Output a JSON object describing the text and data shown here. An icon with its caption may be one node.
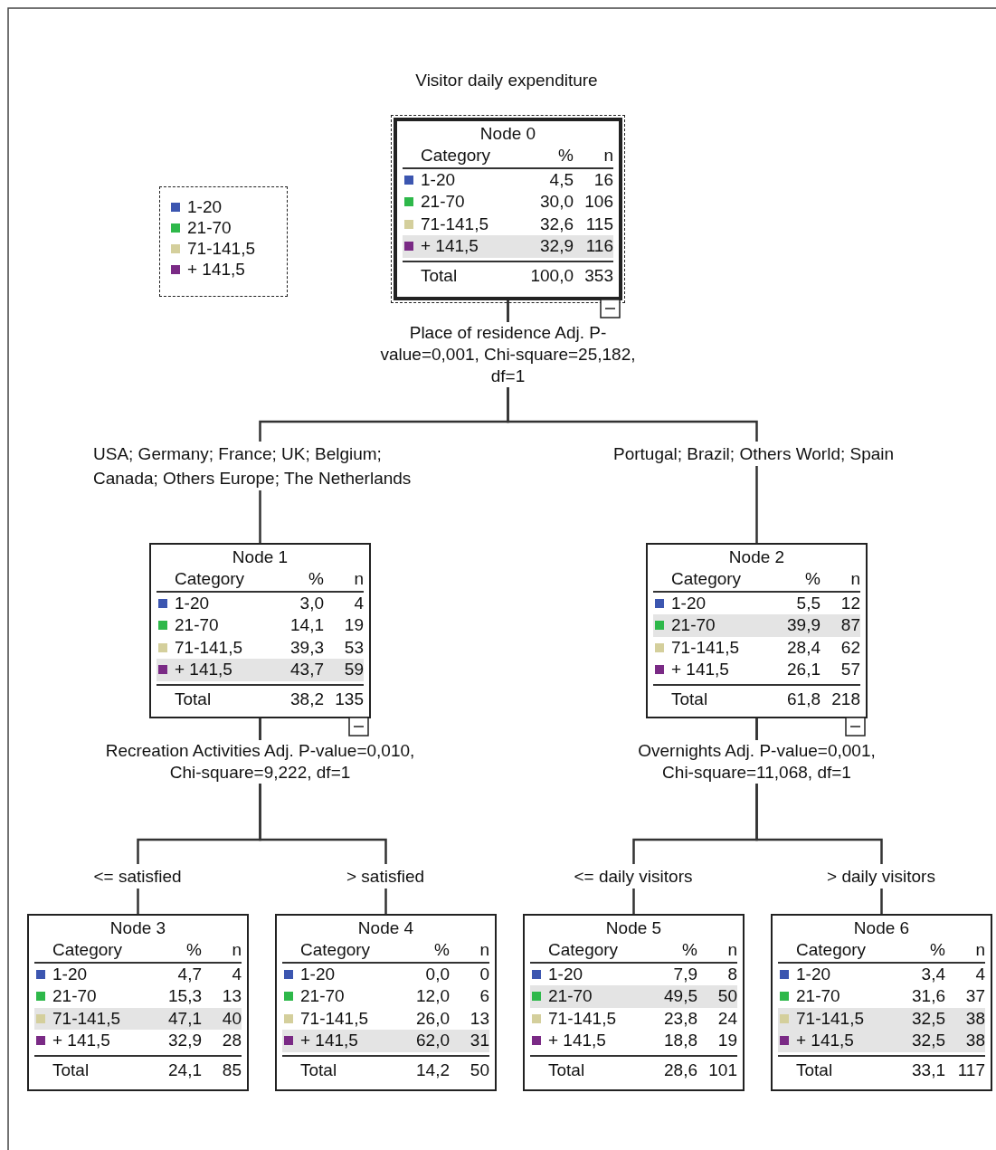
{
  "diagram": {
    "title": "Visitor daily expenditure",
    "nodes": [
      {
        "text": [
          "Node 0",
          "Category",
          "%",
          "n",
          "1-20",
          "4,5",
          "16",
          "21-70",
          "30,0",
          "106",
          "71-141,5",
          "32,6",
          "115",
          "+ 141,5",
          "32,9",
          "116",
          "Total",
          "100,0",
          "353"
        ],
        "beside": [
          "Place of residence Adj. P-value=0,001, Chi-square=25,182, df=1"
        ]
      },
      {
        "text": [
          "Node 1",
          "Category",
          "%",
          "n",
          "1-20",
          "3,0",
          "4",
          "21-70",
          "14,1",
          "19",
          "71-141,5",
          "39,3",
          "53",
          "+ 141,5",
          "43,7",
          "59",
          "Total",
          "38,2",
          "135"
        ],
        "beside": [
          "Recreation Activities Adj. P-value=0,010, Chi-square=9,222, df=1"
        ]
      },
      {
        "text": [
          "Node 2",
          "Category",
          "%",
          "n",
          "1-20",
          "5,5",
          "12",
          "21-70",
          "39,9",
          "87",
          "71-141,5",
          "28,4",
          "62",
          "+ 141,5",
          "26,1",
          "57",
          "Total",
          "61,8",
          "218"
        ],
        "beside": [
          "Overnights Adj. P-value=0,001, Chi-square=11,068, df=1"
        ]
      },
      {
        "text": [
          "Node 3",
          "Category",
          "%",
          "n",
          "1-20",
          "4,7",
          "4",
          "21-70",
          "15,3",
          "13",
          "71-141,5",
          "47,1",
          "40",
          "+ 141,5",
          "32,9",
          "28",
          "Total",
          "24,1",
          "85"
        ]
      },
      {
        "text": [
          "Node 4",
          "Category",
          "%",
          "n",
          "1-20",
          "0,0",
          "0",
          "21-70",
          "12,0",
          "6",
          "71-141,5",
          "26,0",
          "13",
          "+ 141,5",
          "62,0",
          "31",
          "Total",
          "14,2",
          "50"
        ]
      },
      {
        "text": [
          "Node 5",
          "Category",
          "%",
          "n",
          "1-20",
          "7,9",
          "8",
          "21-70",
          "49,5",
          "50",
          "71-141,5",
          "23,8",
          "24",
          "+ 141,5",
          "18,8",
          "19",
          "Total",
          "28,6",
          "101"
        ]
      },
      {
        "text": [
          "Node 6",
          "Category",
          "%",
          "n",
          "1-20",
          "3,4",
          "4",
          "21-70",
          "31,6",
          "37",
          "71-141,5",
          "32,5",
          "38",
          "+ 141,5",
          "32,5",
          "38",
          "Total",
          "33,1",
          "117"
        ]
      }
    ],
    "edges": [
      {
        "from": 0,
        "to": 1,
        "arrow": "none",
        "label": "USA; Germany; France; UK; Belgium; Canada; Others Europe; The Netherlands"
      },
      {
        "from": 0,
        "to": 2,
        "arrow": "none",
        "label": "Portugal; Brazil; Others World; Spain"
      },
      {
        "from": 1,
        "to": 3,
        "arrow": "none",
        "label": "<= satisfied"
      },
      {
        "from": 1,
        "to": 4,
        "arrow": "none",
        "label": "> satisfied"
      },
      {
        "from": 2,
        "to": 5,
        "arrow": "none",
        "label": "<= daily visitors"
      },
      {
        "from": 2,
        "to": 6,
        "arrow": "none",
        "label": "> daily visitors"
      }
    ],
    "legend": [
      {
        "text": "1-20",
        "color": "#3c56b0"
      },
      {
        "text": "21-70",
        "color": "#2eb84a"
      },
      {
        "text": "71-141,5",
        "color": "#d4cf9c"
      },
      {
        "text": "+ 141,5",
        "color": "#7a2a85"
      }
    ]
  }
}
